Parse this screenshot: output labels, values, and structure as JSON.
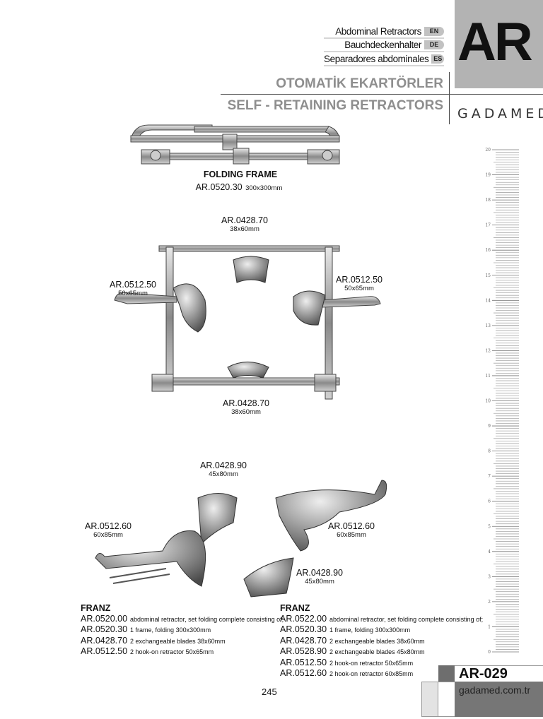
{
  "header": {
    "section_code": "AR",
    "languages": [
      {
        "name": "Abdominal Retractors",
        "code": "EN"
      },
      {
        "name": "Bauchdeckenhalter",
        "code": "DE"
      },
      {
        "name": "Separadores abdominales",
        "code": "ES"
      }
    ],
    "title_tr": "OTOMATİK EKARTÖRLER",
    "title_en": "SELF - RETAINING RETRACTORS",
    "brand": "GADAMED"
  },
  "products": {
    "folding_frame": {
      "name": "FOLDING FRAME",
      "code": "AR.0520.30",
      "size": "300x300mm"
    },
    "blade_top": {
      "code": "AR.0428.70",
      "size": "38x60mm"
    },
    "hook_left": {
      "code": "AR.0512.50",
      "size": "50x65mm"
    },
    "hook_right": {
      "code": "AR.0512.50",
      "size": "50x65mm"
    },
    "blade_bottom": {
      "code": "AR.0428.70",
      "size": "38x60mm"
    },
    "blade_large_top": {
      "code": "AR.0428.90",
      "size": "45x80mm"
    },
    "hook_large_left": {
      "code": "AR.0512.60",
      "size": "60x85mm"
    },
    "hook_large_right": {
      "code": "AR.0512.60",
      "size": "60x85mm"
    },
    "blade_large_bottom": {
      "code": "AR.0428.90",
      "size": "45x80mm"
    }
  },
  "sets": [
    {
      "name": "FRANZ",
      "items": [
        {
          "code": "AR.0520.00",
          "desc": "abdominal retractor, set folding complete consisting of;"
        },
        {
          "code": "AR.0520.30",
          "desc": "1 frame, folding 300x300mm"
        },
        {
          "code": "AR.0428.70",
          "desc": "2 exchangeable blades 38x60mm"
        },
        {
          "code": "AR.0512.50",
          "desc": "2 hook-on retractor 50x65mm"
        }
      ]
    },
    {
      "name": "FRANZ",
      "items": [
        {
          "code": "AR.0522.00",
          "desc": "abdominal retractor, set folding complete consisting of;"
        },
        {
          "code": "AR.0520.30",
          "desc": "1 frame, folding 300x300mm"
        },
        {
          "code": "AR.0428.70",
          "desc": "2 exchangeable blades 38x60mm"
        },
        {
          "code": "AR.0528.90",
          "desc": "2 exchangeable blades 45x80mm"
        },
        {
          "code": "AR.0512.50",
          "desc": "2 hook-on retractor 50x65mm"
        },
        {
          "code": "AR.0512.60",
          "desc": "2 hook-on retractor 60x85mm"
        }
      ]
    }
  ],
  "ruler": {
    "unit": "cm",
    "min": 0,
    "max": 20,
    "labels": [
      "0",
      "1",
      "2",
      "3",
      "4",
      "5",
      "6",
      "7",
      "8",
      "9",
      "10",
      "11",
      "12",
      "13",
      "14",
      "15",
      "16",
      "17",
      "18",
      "19",
      "20"
    ]
  },
  "footer": {
    "page_code": "AR-029",
    "website": "gadamed.com.tr",
    "page_number": "245"
  }
}
